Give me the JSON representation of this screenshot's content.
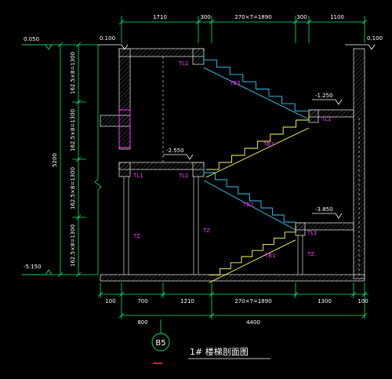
{
  "colors": {
    "background": "#000000",
    "dimension_line": "#00e676",
    "wall": "#d8d8d8",
    "stair_flight": "#ffff66",
    "stair_flight_2": "#33ccff",
    "member_label": "#ff33ff",
    "text": "#ffffff",
    "axis_marker": "#00e676",
    "accent_dash": "#ff3b1f"
  },
  "top_dimensions": [
    "1710",
    "300",
    "270×7=1890",
    "300",
    "1100"
  ],
  "left_dimensions": {
    "segments": [
      "162.5×8=1300",
      "162.5×8=1300",
      "162.5×8=1300",
      "162.5×8=1300"
    ],
    "total": "5200"
  },
  "levels": {
    "left_top": "0.050",
    "left_bottom": "-5.150",
    "top_left": "0.100",
    "top_right": "0.100",
    "landing_upper": "-1.250",
    "landing_mid": "-2.550",
    "landing_lower": "-3.850"
  },
  "member_labels": {
    "tl1_a": "TL1",
    "tl1_b": "TL1",
    "tl1_c": "TL1",
    "tl1_d": "TL1",
    "tl1_e": "TL1",
    "tb3": "TB3",
    "tb3_b": "TB3",
    "tb2": "TB2",
    "tb1": "TB1",
    "tz_a": "TZ",
    "tz_b": "TZ",
    "tz_c": "TZ"
  },
  "bottom_dimensions": {
    "row1": [
      "100",
      "700",
      "1210",
      "270×7=1890",
      "1300",
      "100"
    ],
    "row2": [
      "800",
      "4400"
    ]
  },
  "axis_marker": "B5",
  "title": "1# 楼梯剖面图"
}
